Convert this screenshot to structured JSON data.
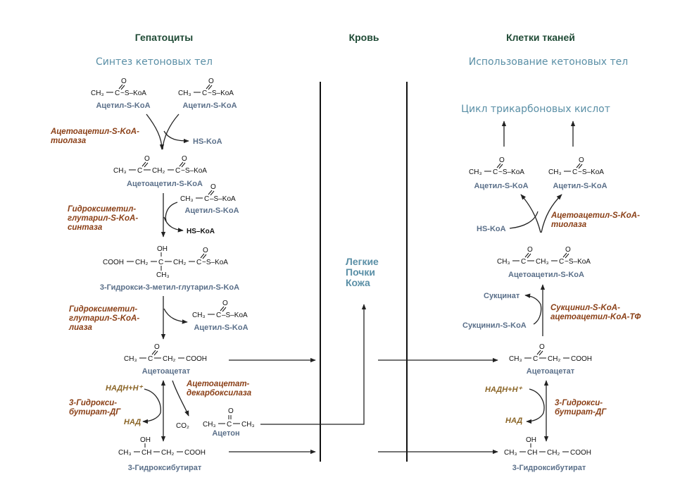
{
  "headers": {
    "hepatocytes": "Гепатоциты",
    "blood": "Кровь",
    "tissue_cells": "Клетки тканей"
  },
  "subtitles": {
    "synthesis": "Синтез кетоновых тел",
    "utilization": "Использование кетоновых тел"
  },
  "formula": {
    "ch3": "CH₃",
    "ch2": "CH₂",
    "c": "C",
    "ch": "CH",
    "o": "O",
    "oh": "OH",
    "skoa_tilde": "~S–KoA",
    "dash_skoa": "–S–KoA",
    "cooh": "COOH",
    "cooh_left": "COOH",
    "co2": "CO₂"
  },
  "names": {
    "acetyl_coa": "Ацетил-S-KoA",
    "acetoacetyl_coa": "Ацетоацетил-S-KoA",
    "hmg_coa": "3-Гидрокси-3-метил-глутарил-S-KoA",
    "acetoacetate": "Ацетоацетат",
    "acetone": "Ацетон",
    "hydroxybutyrate": "3-Гидроксибутират",
    "hs_koa": "HS-KoA",
    "hs_koa_bold": "HS–KoA",
    "succinate": "Сукцинат",
    "succinyl_coa": "Сукцинил-S-KoA",
    "tca_cycle": "Цикл трикарбоновых кислот"
  },
  "enzymes": {
    "thiolase_l1": "Ацетоацетил-S-KoA-",
    "thiolase_l2": "тиолаза",
    "hmg_synthase_l1": "Гидроксиметил-",
    "hmg_synthase_l2": "глутарил-S-KoA-",
    "hmg_synthase_l3": "синтаза",
    "hmg_lyase_l1": "Гидроксиметил-",
    "hmg_lyase_l2": "глутарил-S-KoA-",
    "hmg_lyase_l3": "лиаза",
    "decarboxylase_l1": "Ацетоацетат-",
    "decarboxylase_l2": "декарбоксилаза",
    "hbdh_l1": "3-Гидрокси-",
    "hbdh_l2": "бутират-ДГ",
    "transferase_l1": "Сукцинил-S-KoA-",
    "transferase_l2": "ацетоацетил-KoA-ТФ"
  },
  "cofactors": {
    "nadh": "НАДН+Н⁺",
    "nad": "НАД"
  },
  "organs": {
    "lungs": "Легкие",
    "kidneys": "Почки",
    "skin": "Кожа"
  },
  "colors": {
    "header": "#1f4a35",
    "subtitle": "#5a8fa6",
    "compound_name": "#5a6f89",
    "enzyme": "#8a3f16",
    "cofactor": "#8a6426"
  }
}
